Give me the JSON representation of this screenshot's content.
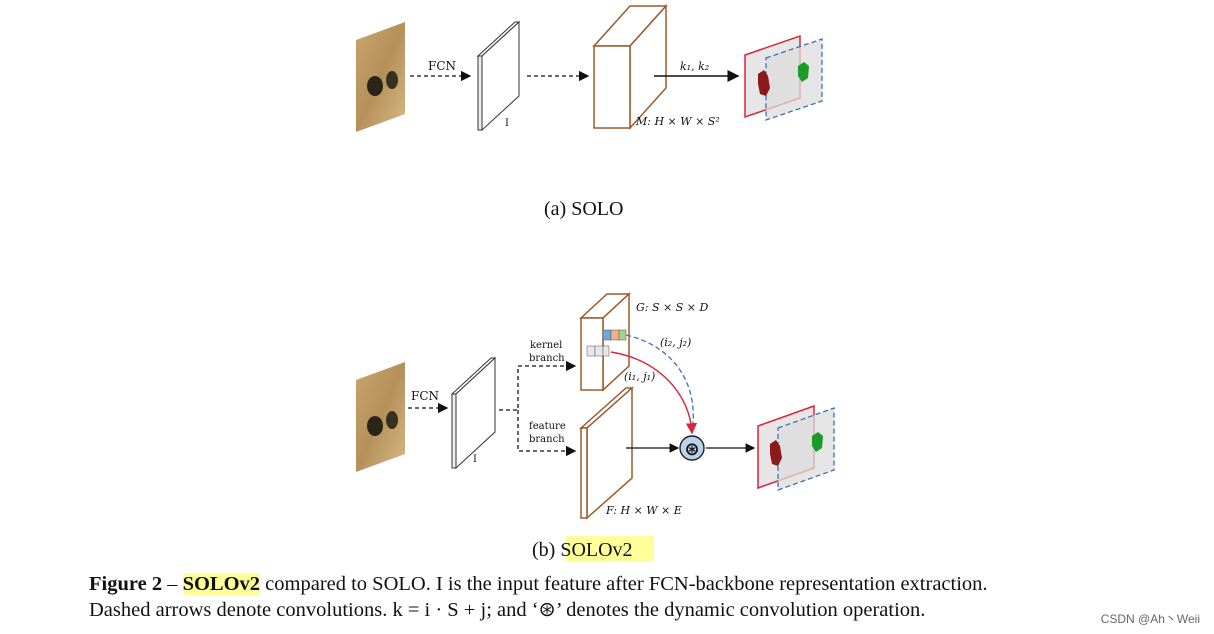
{
  "diagram_a": {
    "fcn_label": "FCN",
    "input_label": "I",
    "kernel_label": "k₁, k₂",
    "output_label": "M: H × W × S²",
    "subcaption_prefix": "(a)",
    "subcaption_name": "SOLO"
  },
  "diagram_b": {
    "fcn_label": "FCN",
    "input_label": "I",
    "kernel_branch_line1": "kernel",
    "kernel_branch_line2": "branch",
    "feature_branch_line1": "feature",
    "feature_branch_line2": "branch",
    "g_label": "G: S × S × D",
    "f_label": "F: H × W × E",
    "i1j1_label": "(i₁, j₁)",
    "i2j2_label": "(i₂, j₂)",
    "conv_symbol": "⊛",
    "subcaption_prefix": "(b)",
    "subcaption_name": "SOLOv2"
  },
  "caption": {
    "figure_label": "Figure 2",
    "dash": " – ",
    "highlight": "SOLOv2",
    "line1_rest": " compared to SOLO. I is the input feature after FCN-backbone representation extraction.",
    "line2": "Dashed arrows denote convolutions. k = i · S + j; and ‘⊛’ denotes the dynamic convolution operation."
  },
  "watermark": "CSDN @Ah丶Weii",
  "colors": {
    "brown": "#9b5a2b",
    "red": "#d9263b",
    "blue_dash": "#3d6fb8",
    "conv_fill": "#b9d3ea",
    "highlight": "#ffff9a"
  }
}
